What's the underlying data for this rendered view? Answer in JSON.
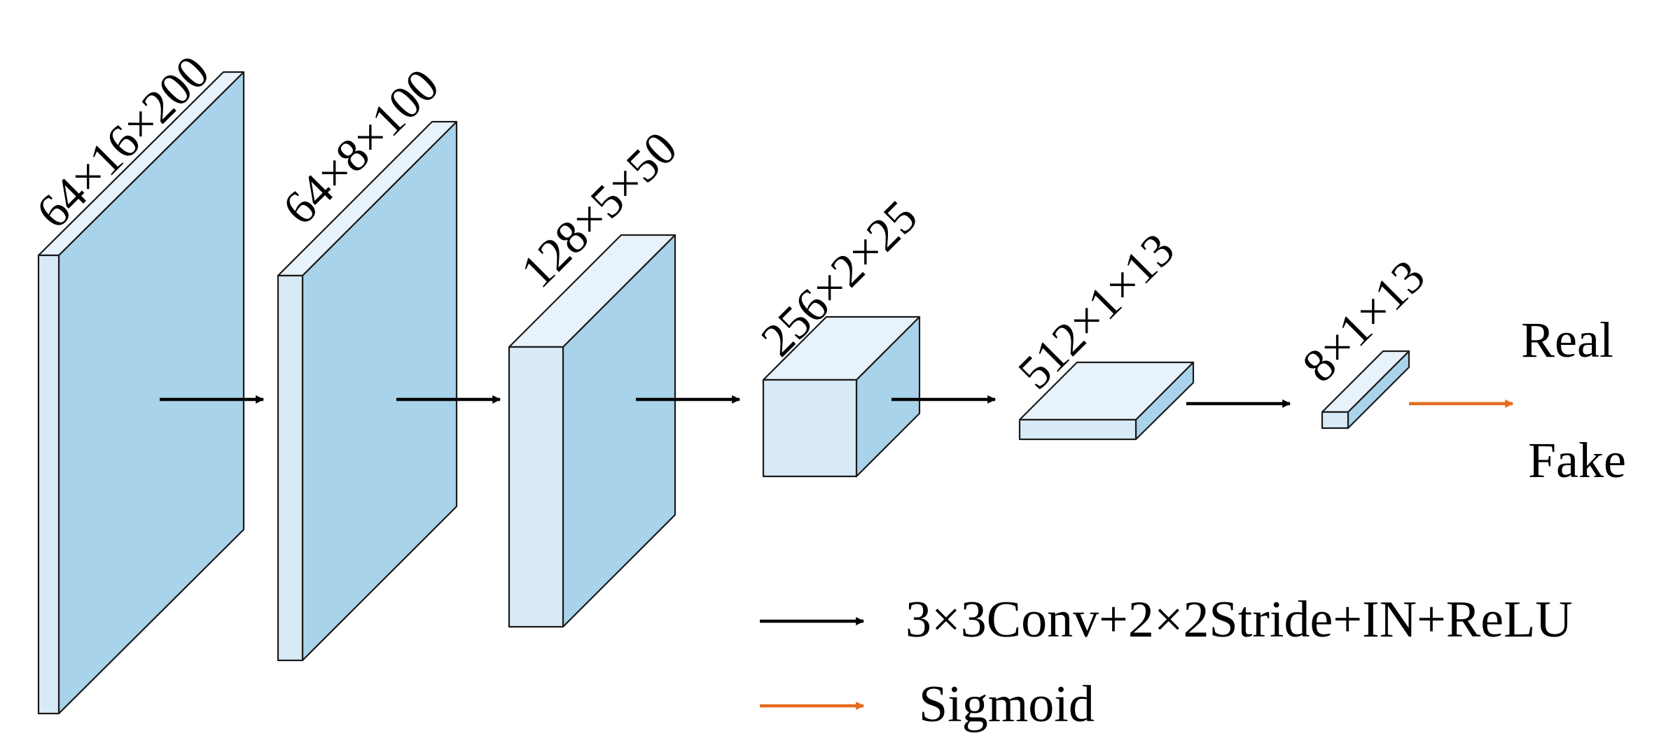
{
  "layers": [
    {
      "id": "layer1",
      "label": "64×16×200"
    },
    {
      "id": "layer2",
      "label": "64×8×100"
    },
    {
      "id": "layer3",
      "label": "128×5×50"
    },
    {
      "id": "layer4",
      "label": "256×2×25"
    },
    {
      "id": "layer5",
      "label": "512×1×13"
    },
    {
      "id": "layer6",
      "label": "8×1×13"
    }
  ],
  "outputs": {
    "real": "Real",
    "fake": "Fake"
  },
  "legend": {
    "conv": "3×3Conv+2×2Stride+IN+ReLU",
    "sigmoid": "Sigmoid"
  },
  "colors": {
    "front": "#d9eaf7",
    "top": "#e8f2fb",
    "side": "#a9d3ea",
    "arrow_black": "#000000",
    "arrow_orange": "#e36c1f"
  }
}
